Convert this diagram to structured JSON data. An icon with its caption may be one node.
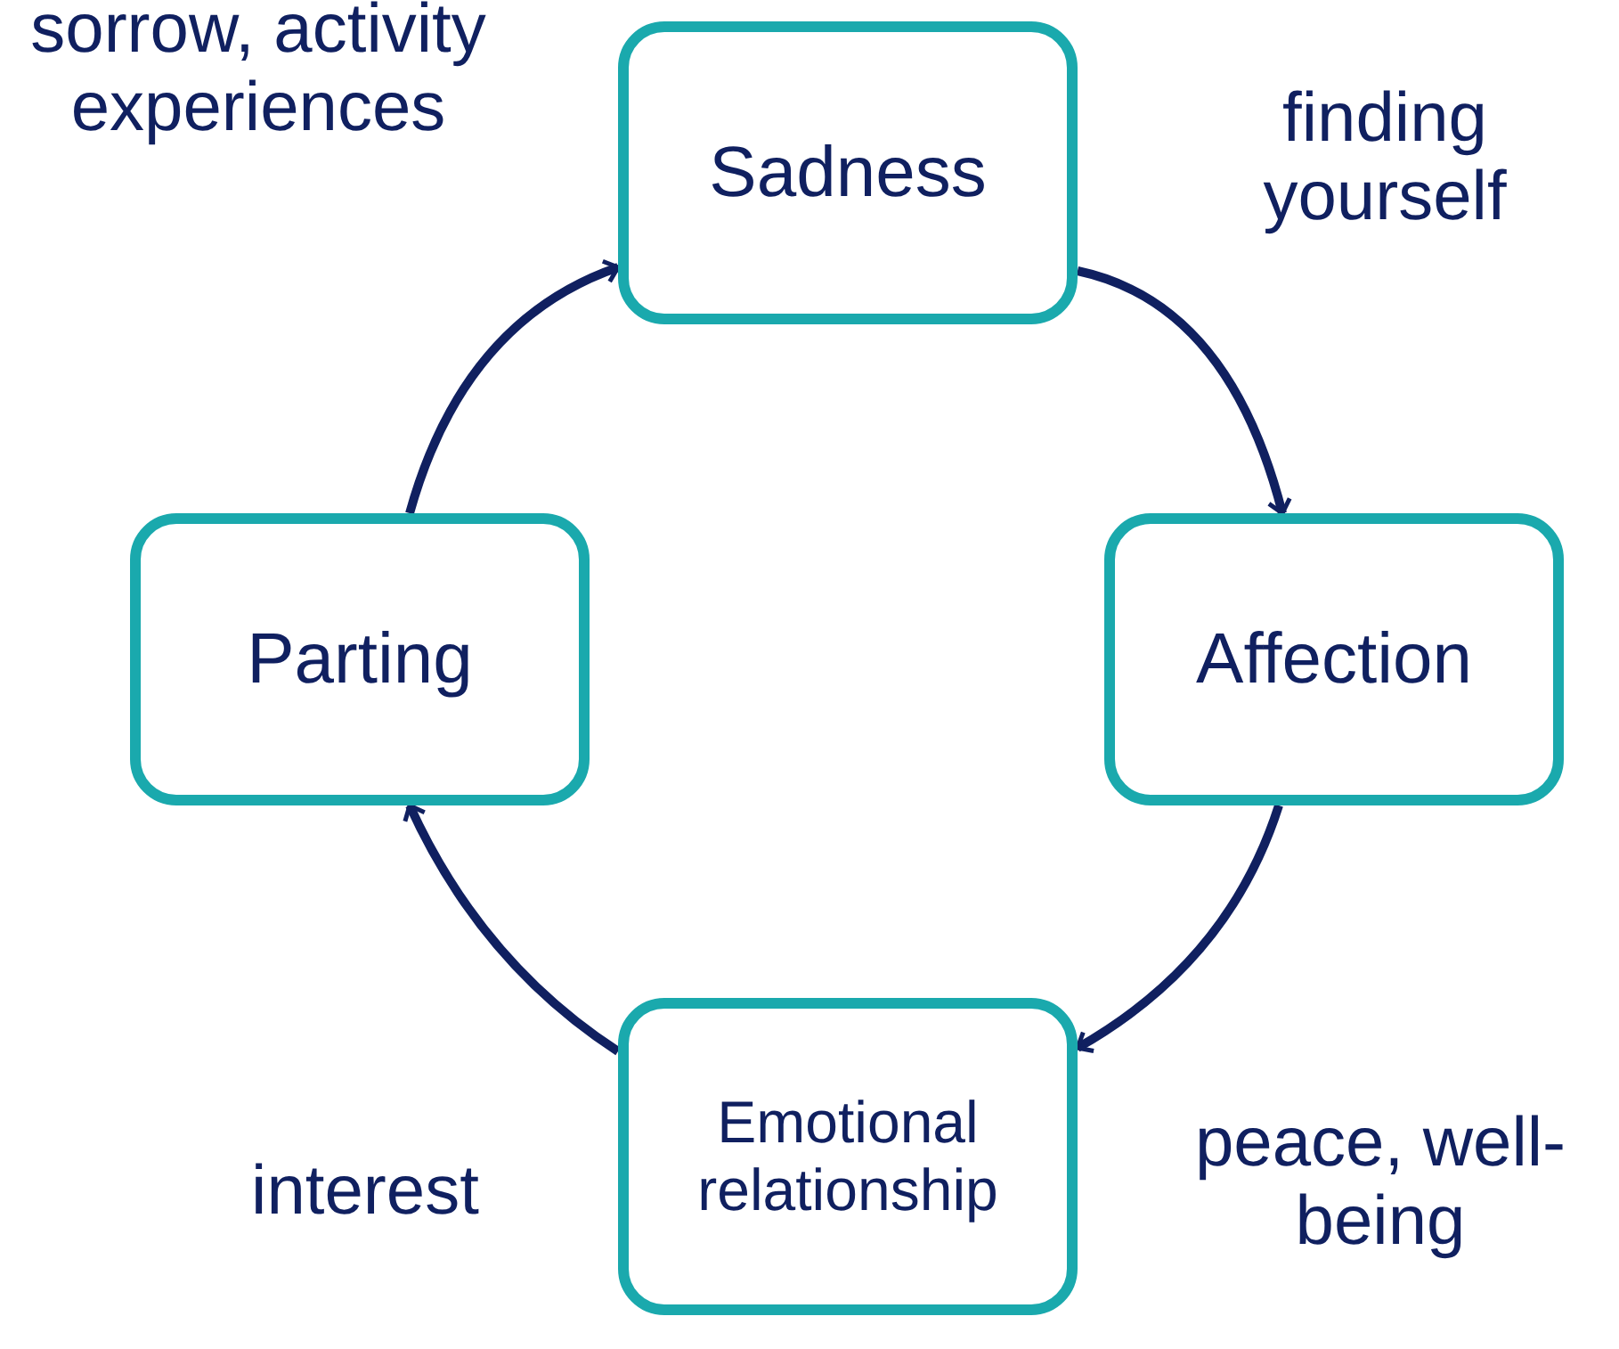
{
  "diagram": {
    "nodes": [
      {
        "text": [
          "Sadness"
        ]
      },
      {
        "text": [
          "Affection"
        ]
      },
      {
        "text": [
          "Emotional relationship"
        ]
      },
      {
        "text": [
          "Parting"
        ]
      }
    ],
    "edges": [
      {
        "from": 0,
        "to": 1,
        "arrow": "to",
        "label": "finding yourself"
      },
      {
        "from": 1,
        "to": 2,
        "arrow": "to",
        "label": "peace, well-being"
      },
      {
        "from": 2,
        "to": 3,
        "arrow": "to",
        "label": "interest"
      },
      {
        "from": 3,
        "to": 0,
        "arrow": "to",
        "label": "sorrow, activity experiences"
      }
    ]
  }
}
